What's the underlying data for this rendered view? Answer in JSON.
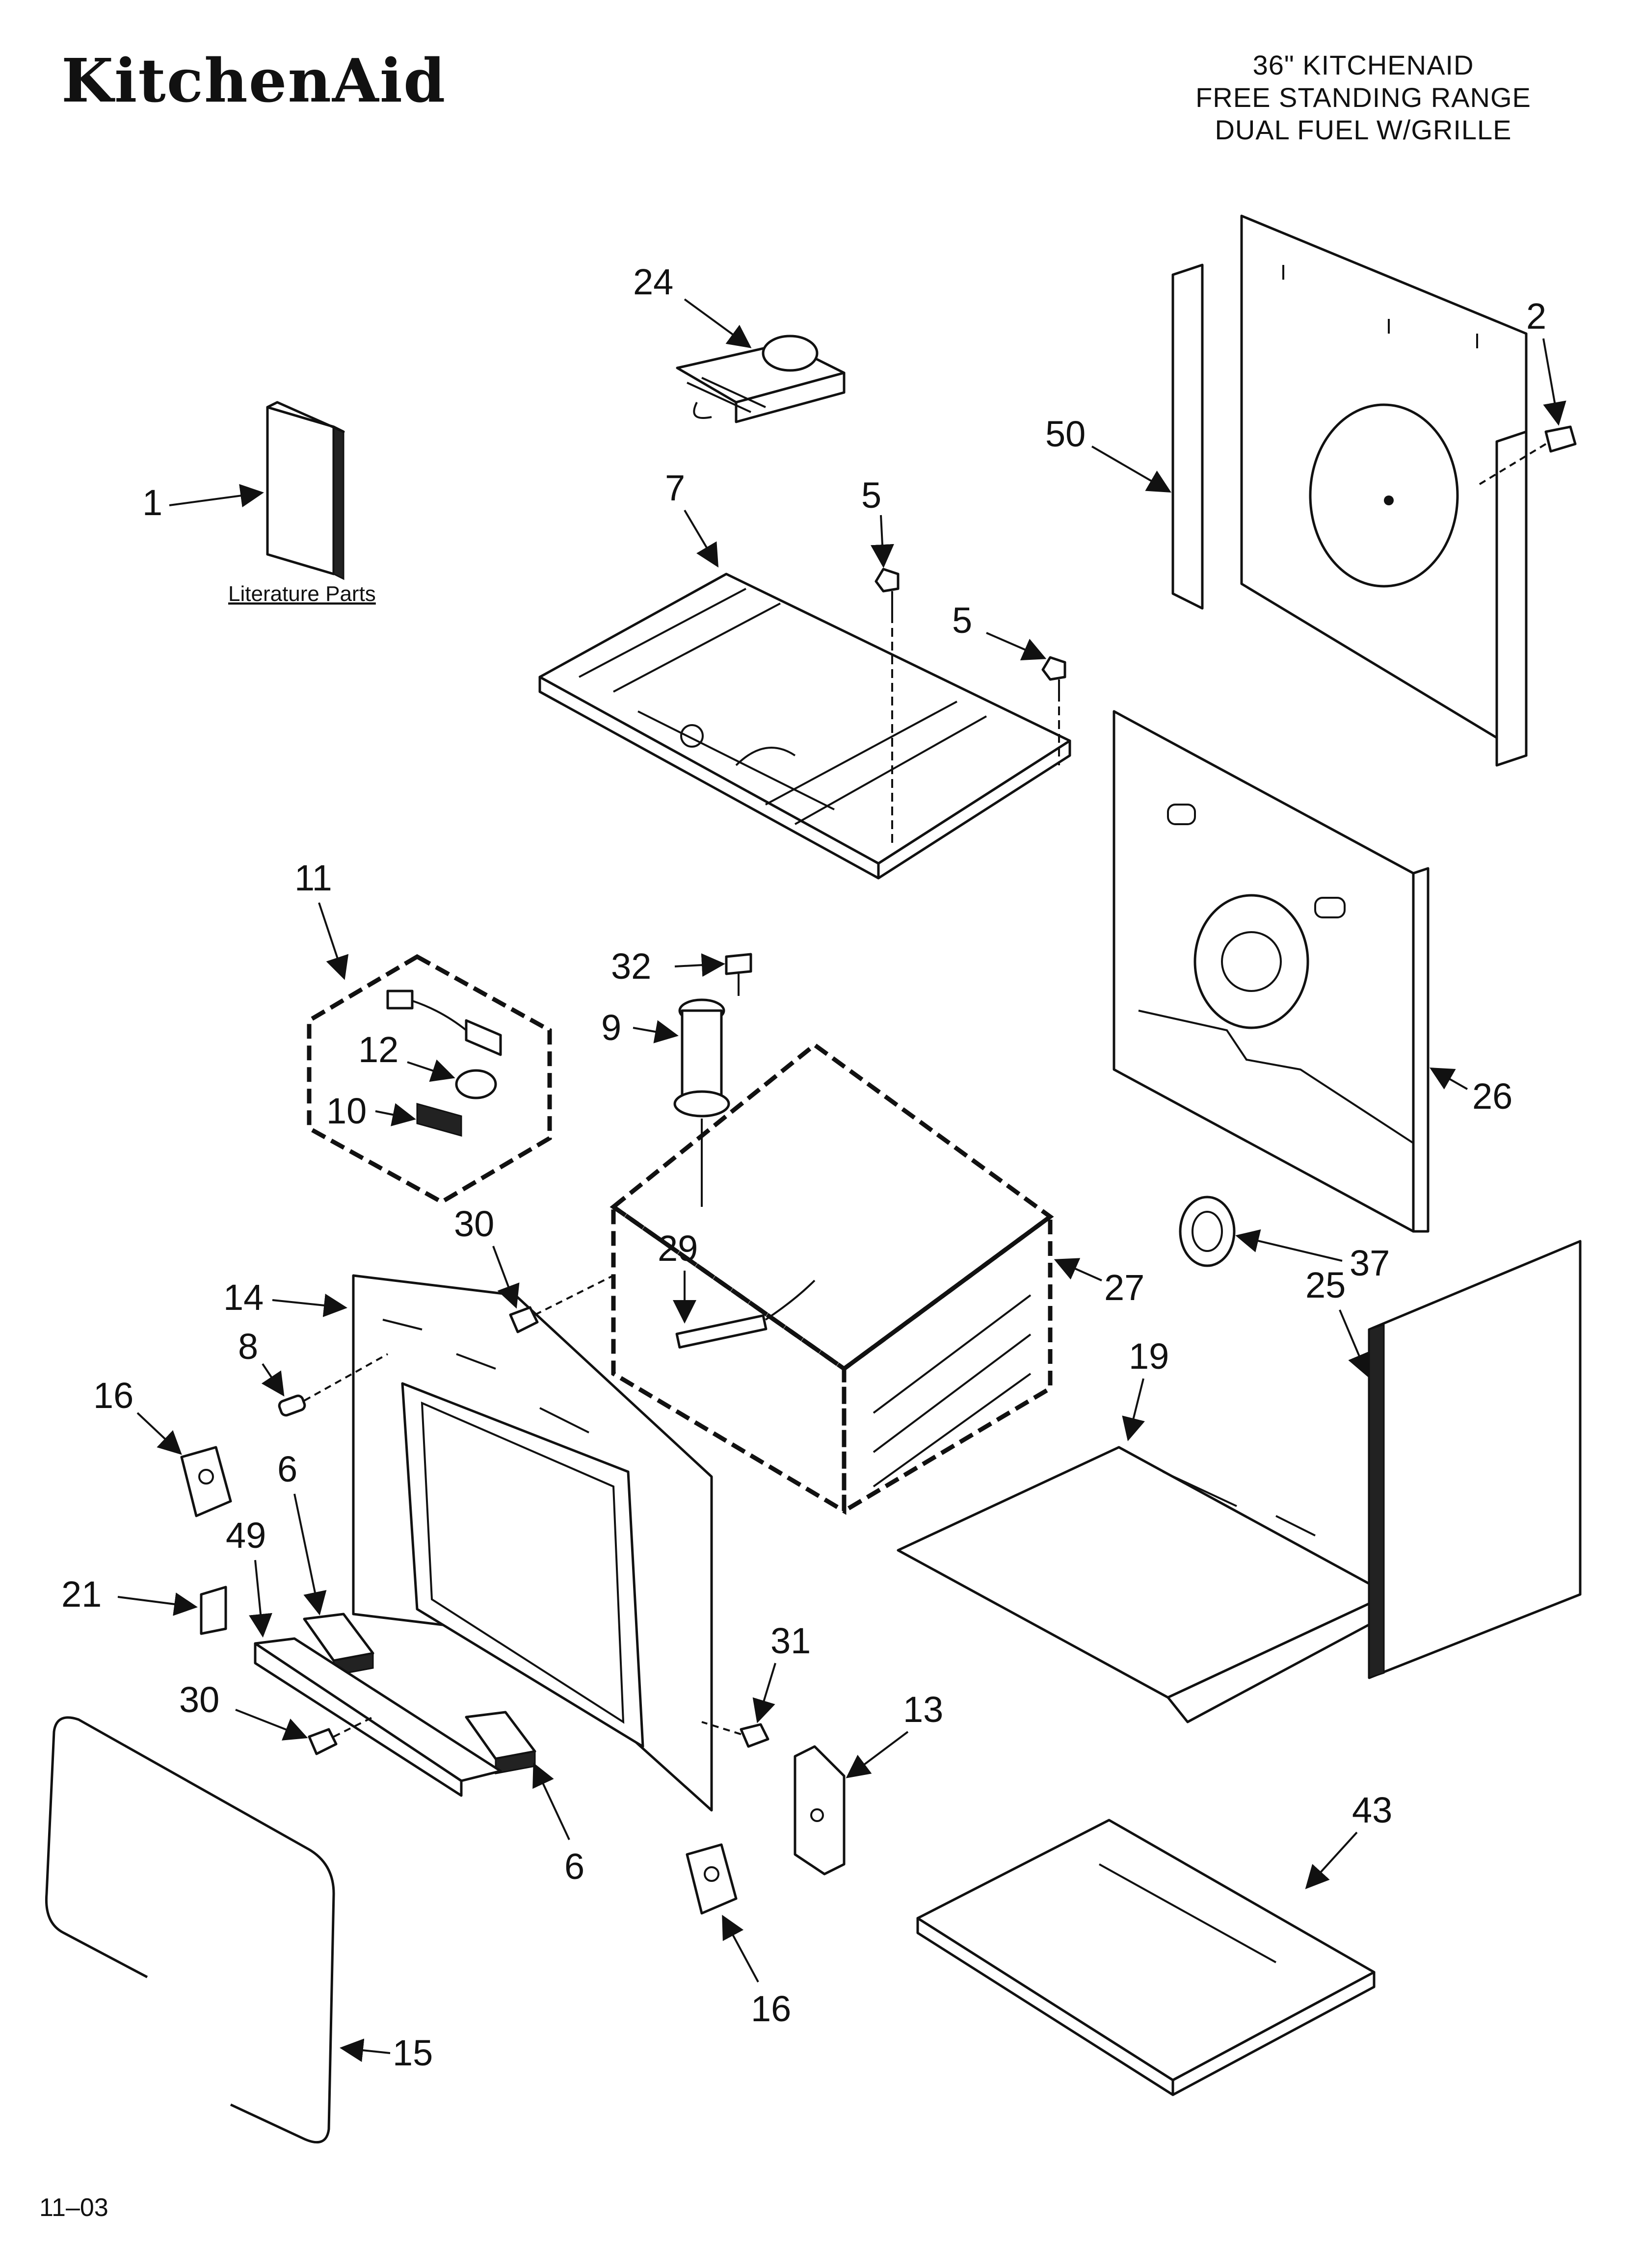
{
  "brand": {
    "name": "KitchenAid"
  },
  "header": {
    "title_lines": [
      "36\" KITCHENAID",
      "FREE STANDING RANGE",
      "DUAL FUEL W/GRILLE"
    ]
  },
  "literature": {
    "label": "Literature Parts"
  },
  "footer": {
    "code": "11–03"
  },
  "callouts": [
    {
      "id": "1",
      "text": "1"
    },
    {
      "id": "2",
      "text": "2"
    },
    {
      "id": "5a",
      "text": "5"
    },
    {
      "id": "5b",
      "text": "5"
    },
    {
      "id": "6a",
      "text": "6"
    },
    {
      "id": "6b",
      "text": "6"
    },
    {
      "id": "7",
      "text": "7"
    },
    {
      "id": "8",
      "text": "8"
    },
    {
      "id": "9",
      "text": "9"
    },
    {
      "id": "10",
      "text": "10"
    },
    {
      "id": "11",
      "text": "11"
    },
    {
      "id": "12",
      "text": "12"
    },
    {
      "id": "13",
      "text": "13"
    },
    {
      "id": "14",
      "text": "14"
    },
    {
      "id": "15",
      "text": "15"
    },
    {
      "id": "16a",
      "text": "16"
    },
    {
      "id": "16b",
      "text": "16"
    },
    {
      "id": "19",
      "text": "19"
    },
    {
      "id": "21",
      "text": "21"
    },
    {
      "id": "24",
      "text": "24"
    },
    {
      "id": "25",
      "text": "25"
    },
    {
      "id": "26",
      "text": "26"
    },
    {
      "id": "27",
      "text": "27"
    },
    {
      "id": "29",
      "text": "29"
    },
    {
      "id": "30a",
      "text": "30"
    },
    {
      "id": "30b",
      "text": "30"
    },
    {
      "id": "31",
      "text": "31"
    },
    {
      "id": "32",
      "text": "32"
    },
    {
      "id": "37",
      "text": "37"
    },
    {
      "id": "43",
      "text": "43"
    },
    {
      "id": "49",
      "text": "49"
    },
    {
      "id": "50",
      "text": "50"
    }
  ]
}
